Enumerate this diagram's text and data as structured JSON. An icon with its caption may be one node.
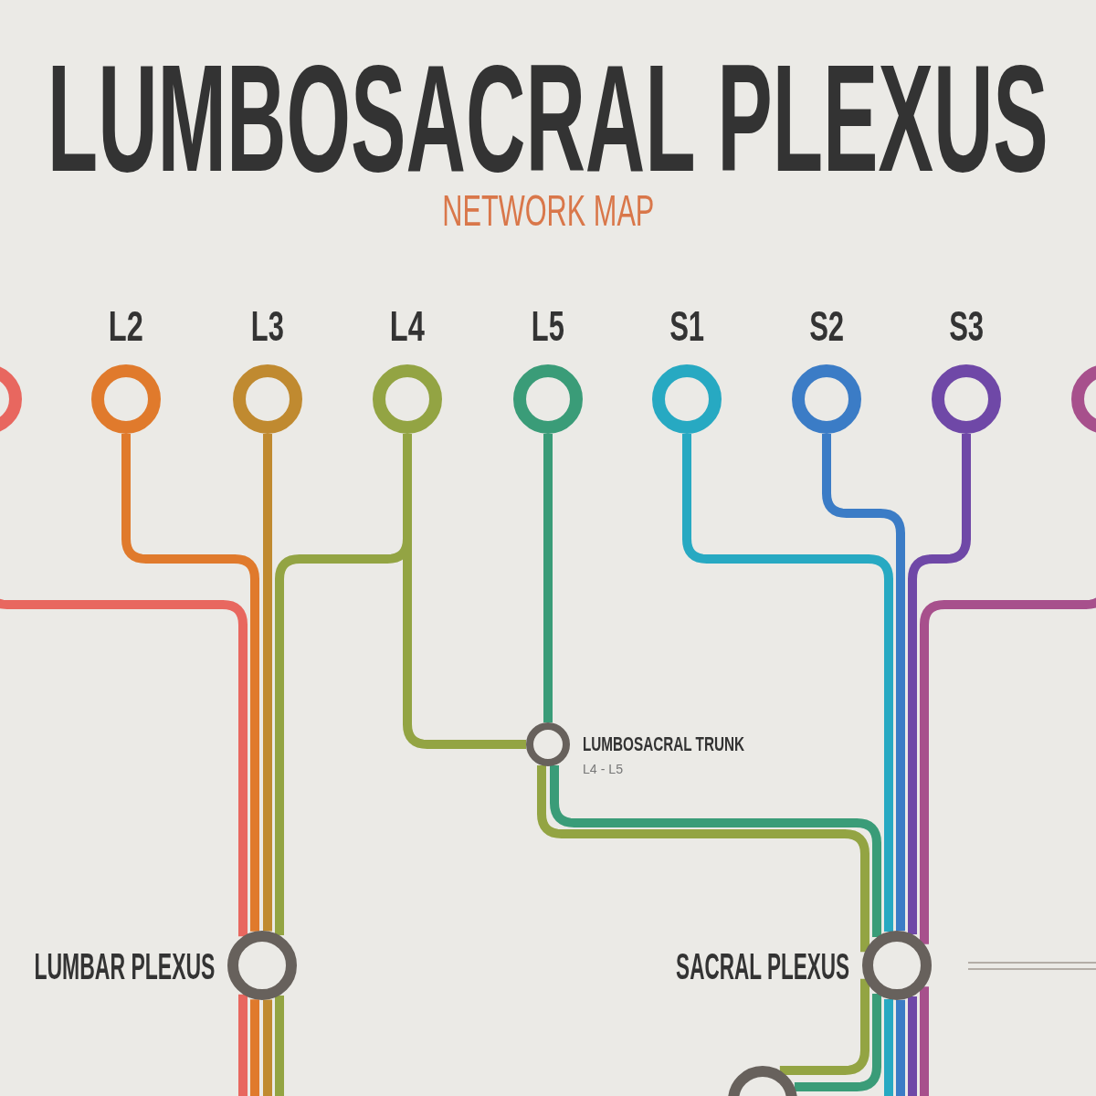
{
  "diagram": {
    "title": "LUMBOSACRAL PLEXUS",
    "caption": "NETWORK MAP",
    "nodes": [
      {
        "text": [],
        "shape": "circle"
      },
      {
        "text": [
          "L2"
        ]
      },
      {
        "text": [
          "L3"
        ]
      },
      {
        "text": [
          "L4"
        ]
      },
      {
        "text": [
          "L5"
        ]
      },
      {
        "text": [
          "S1"
        ]
      },
      {
        "text": [
          "S2"
        ]
      },
      {
        "text": [
          "S3"
        ]
      },
      {
        "text": [],
        "shape": "circle"
      },
      {
        "text": [
          "LUMBOSACRAL TRUNK",
          "L4 - L5"
        ]
      },
      {
        "text": [
          "LUMBAR PLEXUS"
        ]
      },
      {
        "text": [
          "SACRAL PLEXUS"
        ]
      },
      {
        "text": [],
        "shape": "circle"
      }
    ],
    "edges": [
      {
        "from": 0,
        "to": 10,
        "arrow": "none",
        "color": "#e8675f"
      },
      {
        "from": 1,
        "to": 10,
        "arrow": "none",
        "color": "#e07a2c"
      },
      {
        "from": 2,
        "to": 10,
        "arrow": "none",
        "color": "#c08a30"
      },
      {
        "from": 3,
        "to": 10,
        "arrow": "none",
        "color": "#93a443"
      },
      {
        "from": 3,
        "to": 9,
        "arrow": "none",
        "color": "#93a443"
      },
      {
        "from": 4,
        "to": 9,
        "arrow": "none",
        "color": "#3a9c78"
      },
      {
        "from": 9,
        "to": 11,
        "arrow": "none",
        "color": "#93a443"
      },
      {
        "from": 9,
        "to": 11,
        "arrow": "none",
        "color": "#3a9c78"
      },
      {
        "from": 5,
        "to": 11,
        "arrow": "none",
        "color": "#27a9c2"
      },
      {
        "from": 6,
        "to": 11,
        "arrow": "none",
        "color": "#3b7cc6"
      },
      {
        "from": 7,
        "to": 11,
        "arrow": "none",
        "color": "#6f48a7"
      },
      {
        "from": 8,
        "to": 11,
        "arrow": "none",
        "color": "#a7508c"
      },
      {
        "from": 10,
        "to": null,
        "arrow": "none",
        "color": "#e8675f"
      },
      {
        "from": 10,
        "to": null,
        "arrow": "none",
        "color": "#e07a2c"
      },
      {
        "from": 10,
        "to": null,
        "arrow": "none",
        "color": "#c08a30"
      },
      {
        "from": 10,
        "to": null,
        "arrow": "none",
        "color": "#93a443"
      },
      {
        "from": 11,
        "to": 12,
        "arrow": "none",
        "color": "#93a443"
      },
      {
        "from": 11,
        "to": 12,
        "arrow": "none",
        "color": "#3a9c78"
      },
      {
        "from": 11,
        "to": null,
        "arrow": "none",
        "color": "#27a9c2"
      },
      {
        "from": 11,
        "to": null,
        "arrow": "none",
        "color": "#3b7cc6"
      },
      {
        "from": 11,
        "to": null,
        "arrow": "none",
        "color": "#6f48a7"
      },
      {
        "from": 11,
        "to": null,
        "arrow": "none",
        "color": "#a7508c"
      }
    ]
  }
}
